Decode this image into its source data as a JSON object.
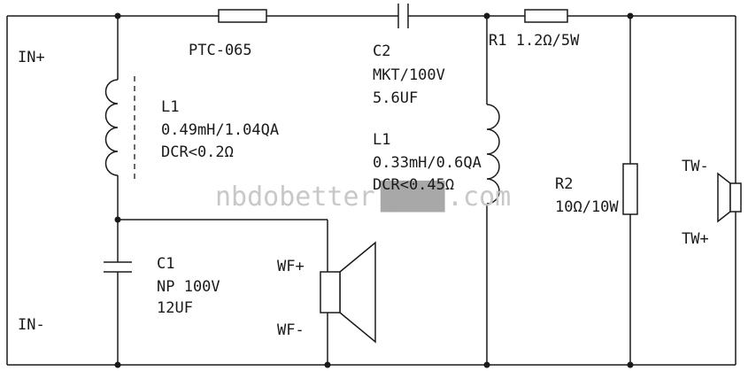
{
  "labels": {
    "in_plus": "IN+",
    "in_minus": "IN-",
    "ptc": "PTC-065",
    "c2": {
      "name": "C2",
      "line1": "MKT/100V",
      "line2": "5.6UF"
    },
    "r1": "R1 1.2Ω/5W",
    "l1_left": {
      "name": "L1",
      "line1": "0.49mH/1.04QA",
      "line2": "DCR<0.2Ω"
    },
    "l1_mid": {
      "name": "L1",
      "line1": "0.33mH/0.6QA",
      "line2": "DCR<0.45Ω"
    },
    "r2": {
      "name": "R2",
      "value": "10Ω/10W"
    },
    "tw_minus": "TW-",
    "tw_plus": "TW+",
    "c1": {
      "name": "C1",
      "line1": "NP 100V",
      "line2": "12UF"
    },
    "wf_plus": "WF+",
    "wf_minus": "WF-"
  },
  "watermark": {
    "prefix": "nbdobetter",
    "censored": "████",
    "suffix": ".com"
  }
}
